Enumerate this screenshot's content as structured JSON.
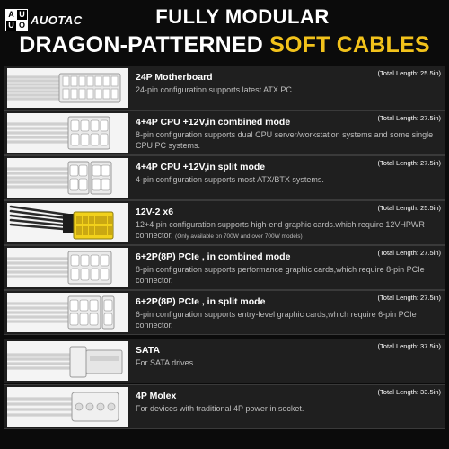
{
  "brand": {
    "logo_letters": [
      "A",
      "U",
      "U",
      "O"
    ],
    "logo_text": "AUOTAC"
  },
  "header": {
    "title_line1": "FULLY MODULAR",
    "title_line2_white": "DRAGON-PATTERNED ",
    "title_line2_yellow": "SOFT CABLES",
    "accent_color": "#f2c21b"
  },
  "cables": [
    {
      "name": "24P Motherboard",
      "length": "(Total Length: 25.5in)",
      "description": "24-pin configuration supports latest ATX PC.",
      "note": "",
      "connector_color": "#ffffff",
      "icon": "atx-24pin-connector-icon"
    },
    {
      "name": "4+4P CPU +12V,in combined mode",
      "length": "(Total Length: 27.5in)",
      "description": "8-pin configuration supports dual CPU server/workstation systems and some single CPU PC systems.",
      "note": "",
      "connector_color": "#ffffff",
      "icon": "cpu-8pin-connector-icon"
    },
    {
      "name": "4+4P CPU +12V,in split mode",
      "length": "(Total Length: 27.5in)",
      "description": "4-pin configuration supports most ATX/BTX systems.",
      "note": "",
      "connector_color": "#ffffff",
      "icon": "cpu-4pin-connector-icon"
    },
    {
      "name": "12V-2 x6",
      "length": "(Total Length: 25.5in)",
      "description": "12+4 pin configuration supports high-end graphic cards.which require 12VHPWR connector.",
      "note": "(Only available on 700W and over 700W models)",
      "connector_color": "#f2d11b",
      "icon": "12vhpwr-connector-icon"
    },
    {
      "name": "6+2P(8P) PCIe , in combined mode",
      "length": "(Total Length: 27.5in)",
      "description": "8-pin configuration supports performance graphic cards,which require 8-pin PCIe connector.",
      "note": "",
      "connector_color": "#ffffff",
      "icon": "pcie-8pin-connector-icon"
    },
    {
      "name": "6+2P(8P) PCIe , in split mode",
      "length": "(Total Length: 27.5in)",
      "description": "6-pin configuration supports entry-level graphic cards,which require 6-pin PCIe connector.",
      "note": "",
      "connector_color": "#ffffff",
      "icon": "pcie-6pin-connector-icon"
    },
    {
      "name": "SATA",
      "length": "(Total Length: 37.5in)",
      "description": "For SATA drives.",
      "note": "",
      "connector_color": "#ffffff",
      "icon": "sata-connector-icon"
    },
    {
      "name": "4P Molex",
      "length": "(Total Length: 33.5in)",
      "description": "For devices with traditional 4P power in socket.",
      "note": "",
      "connector_color": "#ffffff",
      "icon": "molex-connector-icon"
    }
  ]
}
